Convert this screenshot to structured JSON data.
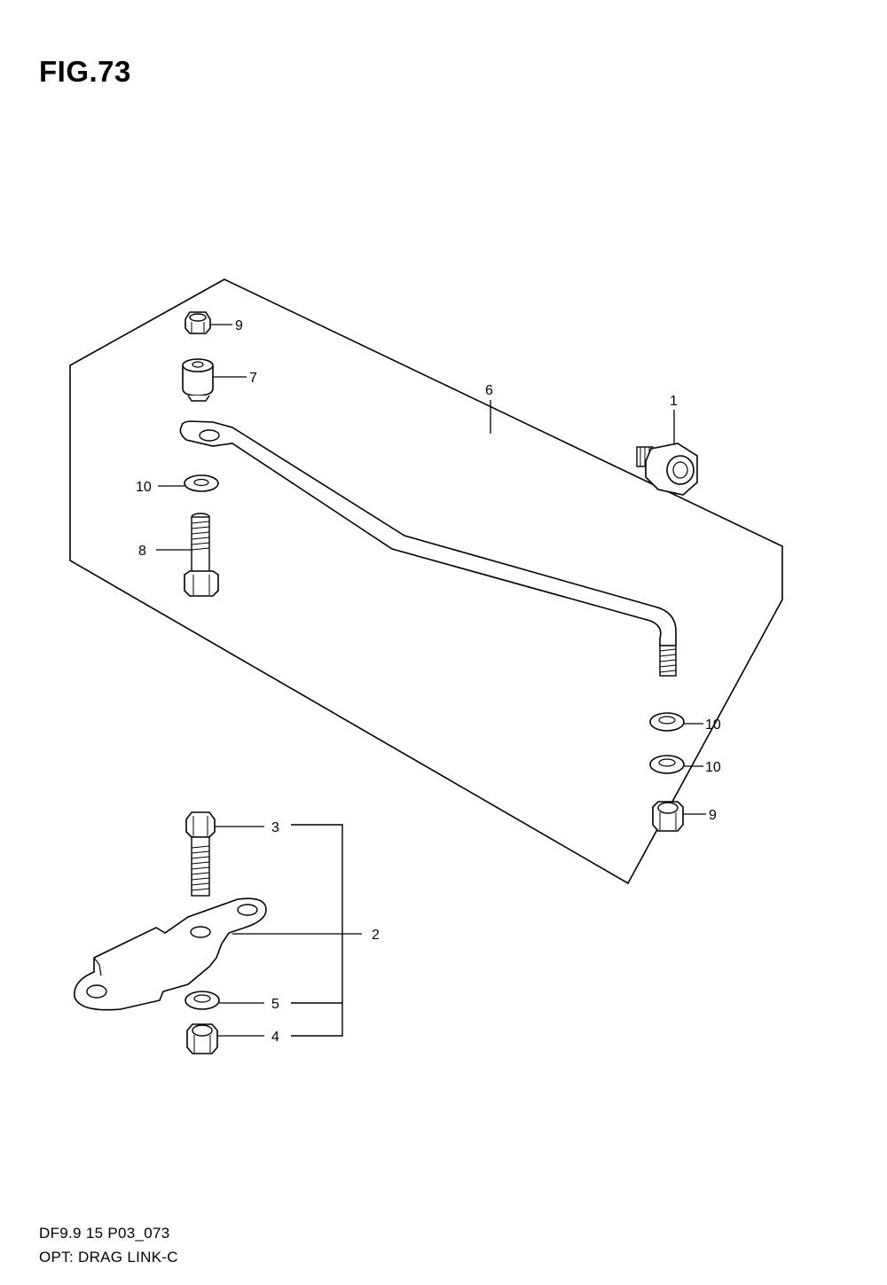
{
  "figure": {
    "title": "FIG.73"
  },
  "callouts": {
    "p1": "1",
    "p2": "2",
    "p3": "3",
    "p4": "4",
    "p5": "5",
    "p6": "6",
    "p7": "7",
    "p8": "8",
    "p9_top": "9",
    "p9_right": "9",
    "p10_left": "10",
    "p10_right_a": "10",
    "p10_right_b": "10"
  },
  "footer": {
    "code": "DF9.9 15 P03_073",
    "caption": "OPT: DRAG LINK-C"
  },
  "icons": [
    "nut-icon",
    "spacer-icon",
    "washer-icon",
    "bolt-icon",
    "drag-link-rod-icon",
    "adapter-fitting-icon",
    "bracket-plate-icon"
  ]
}
